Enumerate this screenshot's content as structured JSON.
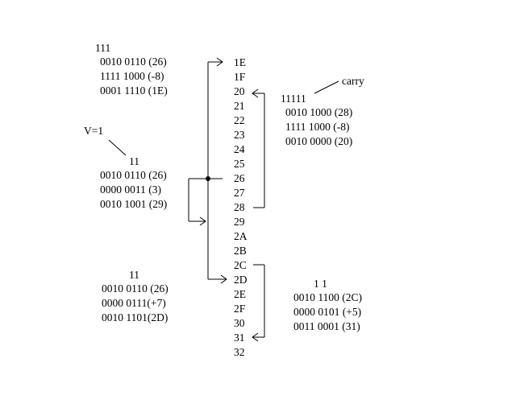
{
  "addresses": [
    "1E",
    "1F",
    "20",
    "21",
    "22",
    "23",
    "24",
    "25",
    "26",
    "27",
    "28",
    "29",
    "2A",
    "2B",
    "2C",
    "2D",
    "2E",
    "2F",
    "30",
    "31",
    "32"
  ],
  "calc_top_left": {
    "carry": "111",
    "lines": [
      "0010 0110 (26)",
      "1111 1000 (-8)",
      "0001 1110 (1E)"
    ]
  },
  "calc_middle_left": {
    "overflow_label": "V=1",
    "carry": "11",
    "lines": [
      "0010 0110 (26)",
      "0000 0011 (3)",
      "0010 1001 (29)"
    ]
  },
  "calc_bottom_left": {
    "carry": "11",
    "lines": [
      "0010 0110 (26)",
      "0000 0111(+7)",
      "0010 1101(2D)"
    ]
  },
  "calc_top_right": {
    "carry_label": "carry",
    "carry": "11111",
    "lines": [
      "0010 1000 (28)",
      "1111 1000 (-8)",
      "0010 0000 (20)"
    ]
  },
  "calc_bottom_right": {
    "carry": "1 1",
    "lines": [
      "0010 1100 (2C)",
      "0000 0101 (+5)",
      "0011 0001 (31)"
    ]
  },
  "colors": {
    "ink": "#000000",
    "background": "#ffffff"
  }
}
